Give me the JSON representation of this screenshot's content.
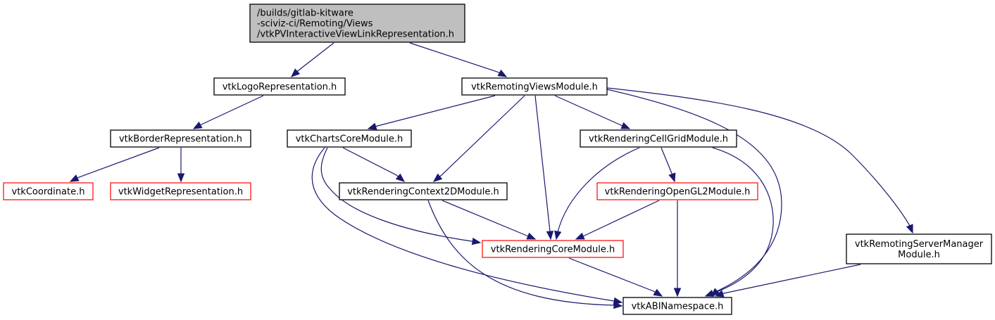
{
  "diagram": {
    "type": "include-dependency-graph",
    "colors": {
      "edge": "#191970",
      "root_fill": "#bfbfbf",
      "node_fill": "#ffffff",
      "node_border": "#000000",
      "truncated_border": "#ff0000"
    },
    "nodes": [
      {
        "id": "root",
        "lines": [
          "/builds/gitlab-kitware",
          "-sciviz-ci/Remoting/Views",
          "/vtkPVInteractiveViewLinkRepresentation.h"
        ],
        "style": "root",
        "align": "left"
      },
      {
        "id": "logo",
        "lines": [
          "vtkLogoRepresentation.h"
        ],
        "style": "normal"
      },
      {
        "id": "remviews",
        "lines": [
          "vtkRemotingViewsModule.h"
        ],
        "style": "normal"
      },
      {
        "id": "border",
        "lines": [
          "vtkBorderRepresentation.h"
        ],
        "style": "normal"
      },
      {
        "id": "coord",
        "lines": [
          "vtkCoordinate.h"
        ],
        "style": "truncated"
      },
      {
        "id": "widget",
        "lines": [
          "vtkWidgetRepresentation.h"
        ],
        "style": "truncated"
      },
      {
        "id": "charts",
        "lines": [
          "vtkChartsCoreModule.h"
        ],
        "style": "normal"
      },
      {
        "id": "ctx2d",
        "lines": [
          "vtkRenderingContext2DModule.h"
        ],
        "style": "normal"
      },
      {
        "id": "cellgrid",
        "lines": [
          "vtkRenderingCellGridModule.h"
        ],
        "style": "normal"
      },
      {
        "id": "opengl2",
        "lines": [
          "vtkRenderingOpenGL2Module.h"
        ],
        "style": "truncated"
      },
      {
        "id": "rcore",
        "lines": [
          "vtkRenderingCoreModule.h"
        ],
        "style": "truncated"
      },
      {
        "id": "servermgr",
        "lines": [
          "vtkRemotingServerManager",
          "Module.h"
        ],
        "style": "normal"
      },
      {
        "id": "abi",
        "lines": [
          "vtkABINamespace.h"
        ],
        "style": "normal"
      }
    ],
    "edges": [
      {
        "from": "root",
        "to": "logo"
      },
      {
        "from": "root",
        "to": "remviews"
      },
      {
        "from": "logo",
        "to": "border"
      },
      {
        "from": "border",
        "to": "coord"
      },
      {
        "from": "border",
        "to": "widget"
      },
      {
        "from": "remviews",
        "to": "charts"
      },
      {
        "from": "remviews",
        "to": "ctx2d"
      },
      {
        "from": "remviews",
        "to": "rcore"
      },
      {
        "from": "remviews",
        "to": "cellgrid"
      },
      {
        "from": "remviews",
        "to": "abi"
      },
      {
        "from": "remviews",
        "to": "servermgr"
      },
      {
        "from": "charts",
        "to": "ctx2d"
      },
      {
        "from": "charts",
        "to": "rcore"
      },
      {
        "from": "charts",
        "to": "abi"
      },
      {
        "from": "ctx2d",
        "to": "rcore"
      },
      {
        "from": "ctx2d",
        "to": "abi"
      },
      {
        "from": "cellgrid",
        "to": "opengl2"
      },
      {
        "from": "cellgrid",
        "to": "rcore"
      },
      {
        "from": "cellgrid",
        "to": "abi"
      },
      {
        "from": "opengl2",
        "to": "rcore"
      },
      {
        "from": "opengl2",
        "to": "abi"
      },
      {
        "from": "rcore",
        "to": "abi"
      },
      {
        "from": "servermgr",
        "to": "abi"
      }
    ]
  }
}
